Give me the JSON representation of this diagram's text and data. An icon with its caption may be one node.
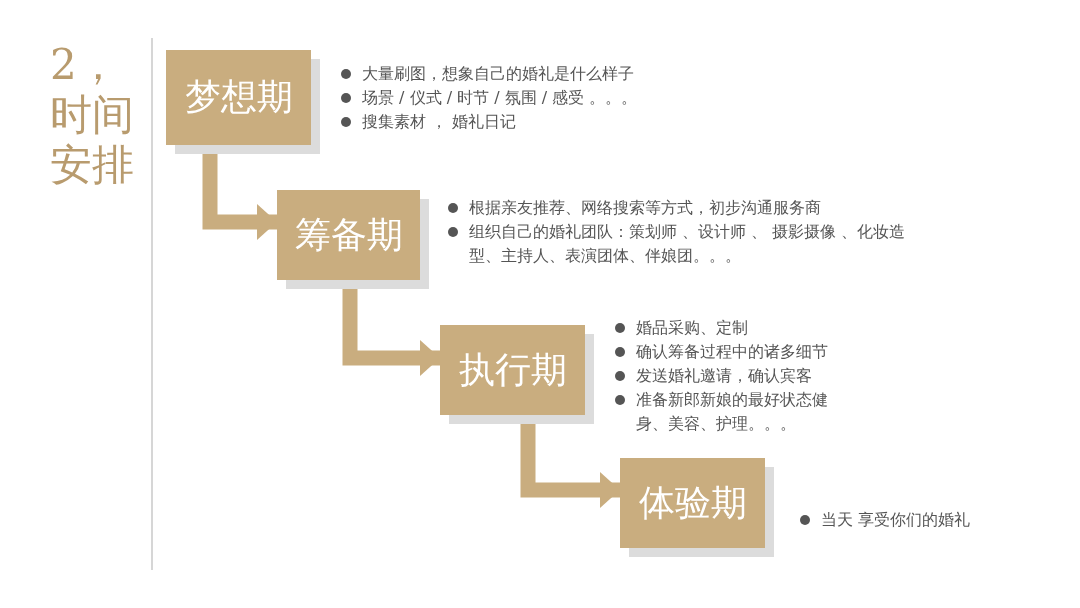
{
  "diagram": {
    "title": "2，时间安排",
    "nodes": [
      {
        "text": [
          "梦想期"
        ],
        "beside": [
          "大量刷图，想象自己的婚礼是什么样子",
          "场景 / 仪式 / 时节 / 氛围 / 感受 。。。",
          "搜集素材 ， 婚礼日记"
        ]
      },
      {
        "text": [
          "筹备期"
        ],
        "beside": [
          "根据亲友推荐、网络搜索等方式，初步沟通服务商",
          "组织自己的婚礼团队：策划师 、设计师 、 摄影摄像 、化妆造型、主持人、表演团体、伴娘团。。。"
        ]
      },
      {
        "text": [
          "执行期"
        ],
        "beside": [
          "婚品采购、定制",
          "确认筹备过程中的诸多细节",
          "发送婚礼邀请，确认宾客",
          "准备新郎新娘的最好状态健身、美容、护理。。。"
        ]
      },
      {
        "text": [
          "体验期"
        ],
        "beside": [
          "当天 享受你们的婚礼"
        ]
      }
    ],
    "edges": [
      {
        "from": 0,
        "to": 1,
        "arrow": "to"
      },
      {
        "from": 1,
        "to": 2,
        "arrow": "to"
      },
      {
        "from": 2,
        "to": 3,
        "arrow": "to"
      }
    ]
  }
}
